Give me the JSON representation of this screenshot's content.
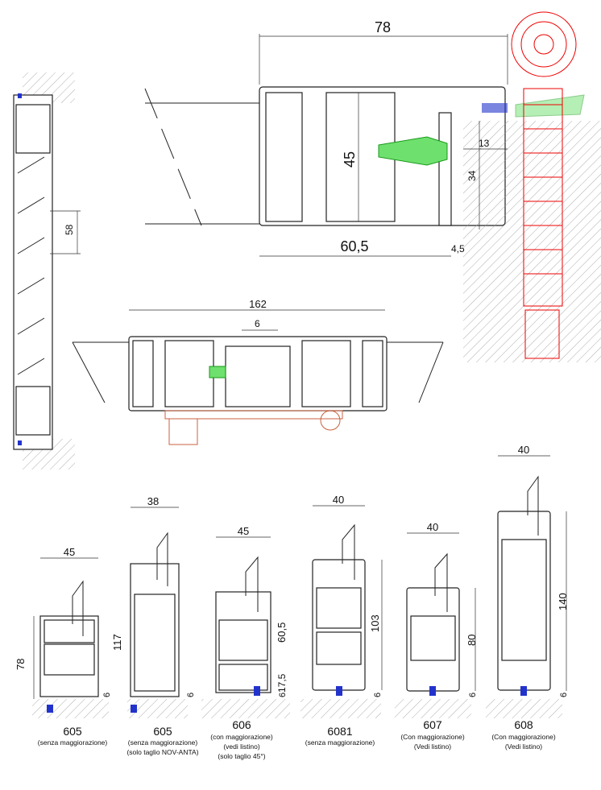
{
  "top_section": {
    "dims": {
      "width_78": "78",
      "height_45": "45",
      "width_60_5": "60,5",
      "gap_13": "13",
      "height_34": "34",
      "gap_4_5": "4,5",
      "slat_58": "58"
    }
  },
  "mid_section": {
    "dims": {
      "width_162": "162",
      "gap_6": "6"
    }
  },
  "profiles": [
    {
      "code": "605",
      "notes": [
        "(senza maggiorazione)"
      ],
      "dims": {
        "width": "45",
        "height": "78",
        "base": "6"
      }
    },
    {
      "code": "605",
      "notes": [
        "(senza maggiorazione)",
        "(solo taglio NOV-ANTA)"
      ],
      "dims": {
        "width": "38",
        "height": "117",
        "base": "6"
      }
    },
    {
      "code": "606",
      "notes": [
        "(con maggiorazione)",
        "(vedi listino)",
        "(solo taglio 45°)"
      ],
      "dims": {
        "width": "45",
        "height": "60,5",
        "extra": "17,5",
        "base": "6"
      }
    },
    {
      "code": "6081",
      "notes": [
        "(senza maggiorazione)"
      ],
      "dims": {
        "width": "40",
        "height": "103",
        "base": "6"
      }
    },
    {
      "code": "607",
      "notes": [
        "(Con maggiorazione)",
        "(Vedi listino)"
      ],
      "dims": {
        "width": "40",
        "height": "80",
        "base": "6"
      }
    },
    {
      "code": "608",
      "notes": [
        "(Con maggiorazione)",
        "(Vedi listino)"
      ],
      "dims": {
        "width": "40",
        "height": "140",
        "base": "6"
      }
    }
  ],
  "colors": {
    "hinge": "#e00000",
    "screw": "#1a9a1a",
    "gasket": "#2233cc"
  }
}
